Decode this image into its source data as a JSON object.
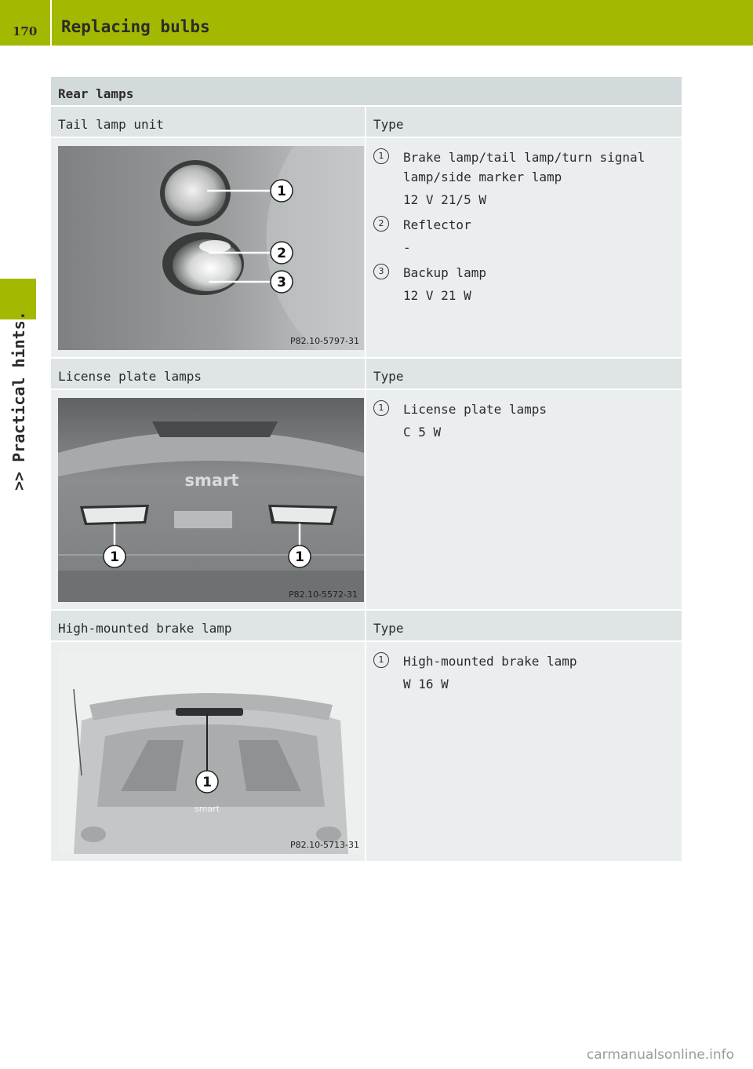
{
  "header": {
    "page_number": "170",
    "title": "Replacing bulbs"
  },
  "side_tab": {
    "label": ">> Practical hints."
  },
  "table": {
    "title": "Rear lamps",
    "sections": [
      {
        "left_header": "Tail lamp unit",
        "right_header": "Type",
        "photo_code": "P82.10-5797-31",
        "items": [
          {
            "num": "1",
            "label": "Brake lamp/tail lamp/turn signal lamp/side marker lamp",
            "value": "12 V 21/5 W"
          },
          {
            "num": "2",
            "label": "Reflector",
            "value": "-"
          },
          {
            "num": "3",
            "label": "Backup lamp",
            "value": "12 V 21 W"
          }
        ]
      },
      {
        "left_header": "License plate lamps",
        "right_header": "Type",
        "photo_code": "P82.10-5572-31",
        "photo_brand": "smart",
        "items": [
          {
            "num": "1",
            "label": "License plate lamps",
            "value": "C 5 W"
          }
        ]
      },
      {
        "left_header": "High-mounted brake lamp",
        "right_header": "Type",
        "photo_code": "P82.10-5713-31",
        "photo_brand": "smart",
        "items": [
          {
            "num": "1",
            "label": "High-mounted brake lamp",
            "value": "W 16 W"
          }
        ]
      }
    ]
  },
  "watermark": "carmanualsonline.info",
  "colors": {
    "accent": "#a3b800",
    "cell_dark": "#d3dadb",
    "cell_mid": "#dfe4e5",
    "cell_light": "#eaeeee"
  }
}
